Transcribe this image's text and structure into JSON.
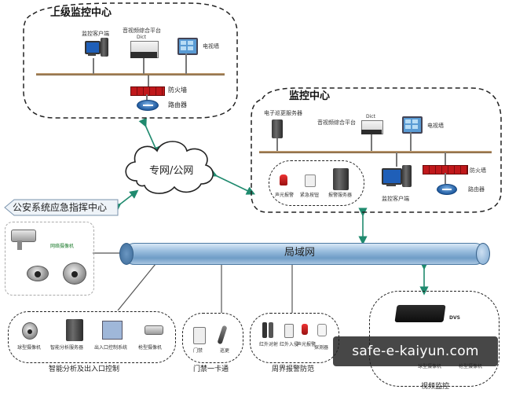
{
  "upper_center": {
    "title": "上级监控中心",
    "client_label": "监控客户端",
    "platform_label": "音视频综合平台",
    "platform_brand": "Dict",
    "tvwall_label": "电视墙",
    "firewall_label": "防火墙",
    "router_label": "路由器"
  },
  "network": {
    "label": "专网/公网"
  },
  "emergency": {
    "label": "公安系统应急指挥中心"
  },
  "monitor_center": {
    "title": "监控中心",
    "sync_server_label": "电子巡更服务器",
    "platform_label": "音视频综合平台",
    "platform_brand": "Dict",
    "tvwall_label": "电视墙",
    "firewall_label": "防火墙",
    "router_label": "路由器",
    "client_label": "监控客户端",
    "alarm_items": [
      "声光报警",
      "紧急按钮",
      "报警服务器"
    ]
  },
  "lan": {
    "label": "局域网"
  },
  "left_cameras": {
    "label": "网络摄像机"
  },
  "groups": [
    {
      "title": "智能分析及出入口控制",
      "items": [
        "球型摄像机",
        "智能分析服务器",
        "出入口控制系统",
        "枪型摄像机"
      ]
    },
    {
      "title": "门禁一卡通",
      "items": [
        "门禁",
        "巡更"
      ]
    },
    {
      "title": "周界报警防范",
      "items": [
        "红外对射",
        "红外入侵",
        "声光报警",
        "探测器"
      ]
    },
    {
      "title": "视频监控",
      "items": [
        "DVS",
        "球型摄像机",
        "枪型摄像机"
      ]
    }
  ],
  "watermark": "safe-e-kaiyun.com"
}
